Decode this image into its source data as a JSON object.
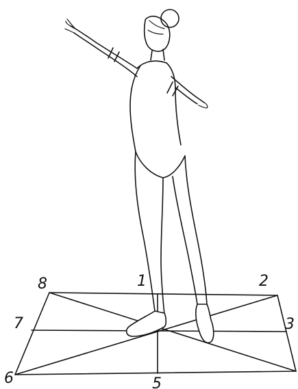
{
  "floor": {
    "direction_labels": [
      {
        "id": "1",
        "text": "1"
      },
      {
        "id": "2",
        "text": "2"
      },
      {
        "id": "3",
        "text": "3"
      },
      {
        "id": "5",
        "text": "5"
      },
      {
        "id": "6",
        "text": "6"
      },
      {
        "id": "7",
        "text": "7"
      },
      {
        "id": "8",
        "text": "8"
      }
    ]
  },
  "colors": {
    "ink": "#111111",
    "background": "#ffffff"
  }
}
